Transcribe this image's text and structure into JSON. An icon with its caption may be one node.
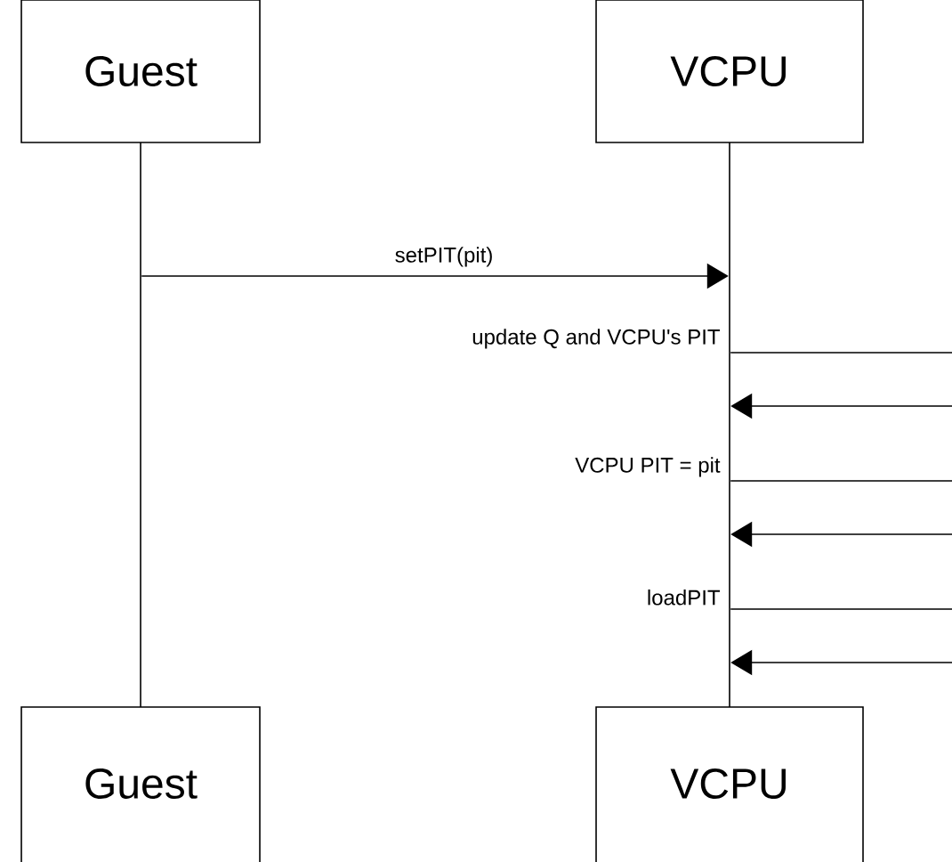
{
  "diagram": {
    "nodes": [
      {
        "text": [
          "Guest"
        ]
      },
      {
        "text": [
          "VCPU"
        ]
      },
      {
        "text": [
          "Guest"
        ]
      },
      {
        "text": [
          "VCPU"
        ]
      },
      {
        "text": [],
        "shape": "bar"
      },
      {
        "text": [],
        "shape": "bar"
      }
    ],
    "edges": [
      {
        "from": 4,
        "to": 5,
        "arrow": "to",
        "label": "setPIT(pit)"
      },
      {
        "from": 5,
        "to": 5,
        "arrow": "to",
        "label": "update Q and VCPU's PIT"
      },
      {
        "from": 5,
        "to": 5,
        "arrow": "to",
        "label": "VCPU PIT = pit"
      },
      {
        "from": 5,
        "to": 5,
        "arrow": "to",
        "label": "loadPIT"
      }
    ]
  }
}
